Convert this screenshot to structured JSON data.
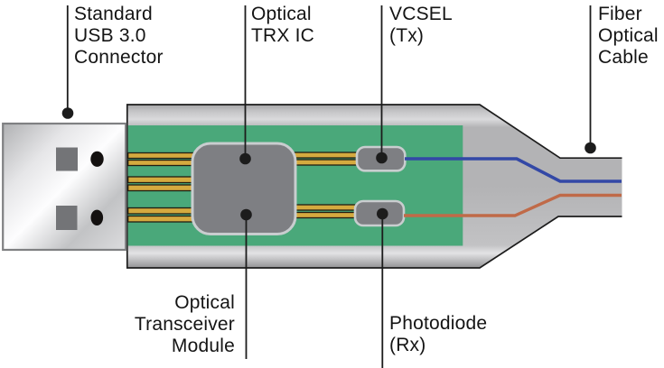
{
  "labels": {
    "usb_connector": {
      "lines": [
        "Standard",
        "USB 3.0",
        "Connector"
      ]
    },
    "trx_ic": {
      "lines": [
        "Optical",
        "TRX IC"
      ]
    },
    "vcsel": {
      "lines": [
        "VCSEL",
        "(Tx)"
      ]
    },
    "fiber_cable": {
      "lines": [
        "Fiber",
        "Optical",
        "Cable"
      ]
    },
    "transceiver_module": {
      "lines": [
        "Optical",
        "Transceiver",
        "Module"
      ]
    },
    "photodiode": {
      "lines": [
        "Photodiode",
        "(Rx)"
      ]
    }
  },
  "colors": {
    "pcb_green": "#4aa87a",
    "trace_gold": "#d4aa3f",
    "trace_outline": "#201d12",
    "chip_gray": "#7e7f83",
    "chip_border": "#c9cdcf",
    "housing_gray": "#b3b3b5",
    "tx_fiber_blue": "#3348a6",
    "rx_fiber_orange": "#c06a48",
    "outline_black": "#1c1c1c",
    "text_black": "#141414",
    "contact_gray": "#737477",
    "pin_black": "#141110"
  }
}
